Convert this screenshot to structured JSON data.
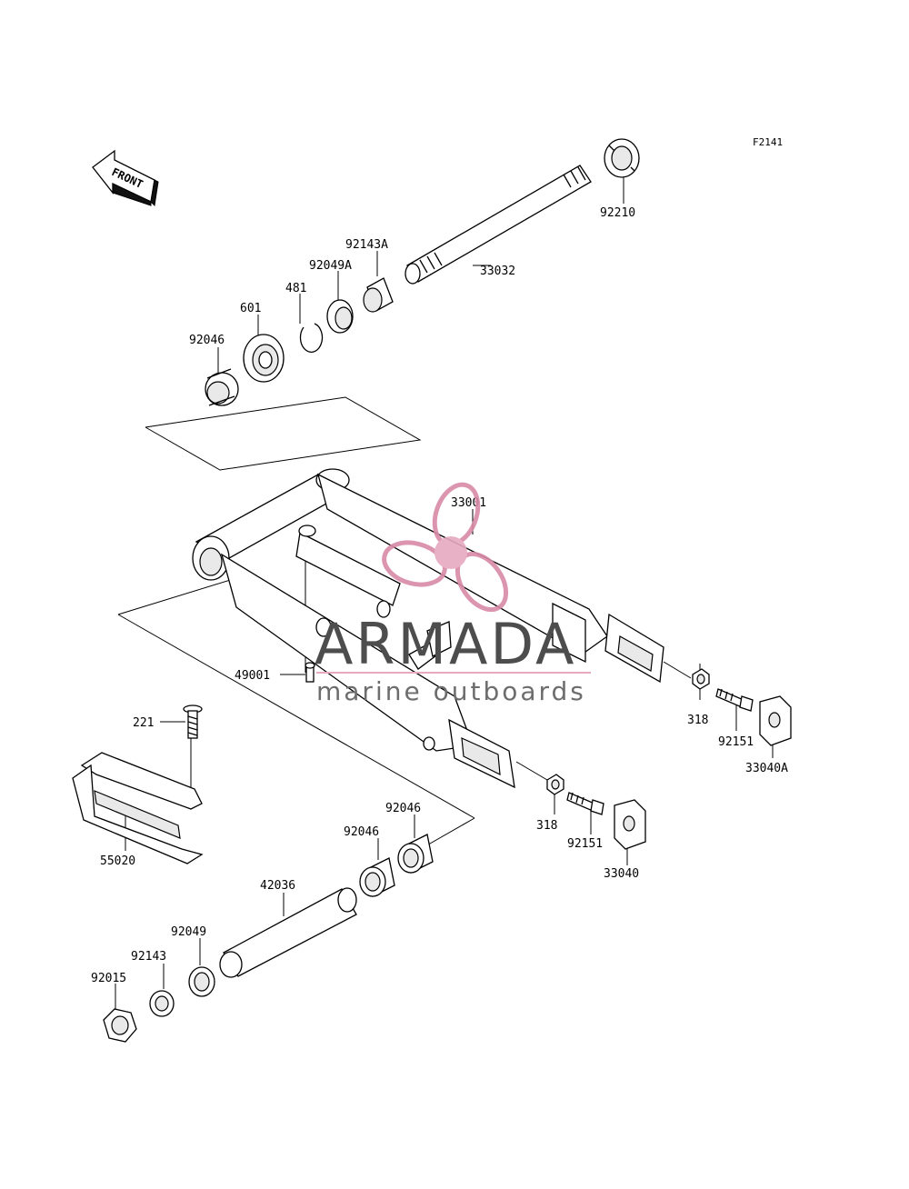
{
  "figure": {
    "code": "F2141",
    "front_arrow_label": "FRONT"
  },
  "watermark": {
    "brand": "ARMADA",
    "tagline": "marine outboards",
    "colors": {
      "logo": "#d98aa6",
      "text": "#4d4d4d",
      "rule": "#e6a9bf"
    }
  },
  "parts": [
    {
      "id": "p92210",
      "number": "92210"
    },
    {
      "id": "p33032",
      "number": "33032"
    },
    {
      "id": "p92143A",
      "number": "92143A"
    },
    {
      "id": "p92049A",
      "number": "92049A"
    },
    {
      "id": "p481",
      "number": "481"
    },
    {
      "id": "p601",
      "number": "601"
    },
    {
      "id": "p92046a",
      "number": "92046"
    },
    {
      "id": "p33001",
      "number": "33001"
    },
    {
      "id": "p49001",
      "number": "49001"
    },
    {
      "id": "p318a",
      "number": "318"
    },
    {
      "id": "p92151a",
      "number": "92151"
    },
    {
      "id": "p33040A",
      "number": "33040A"
    },
    {
      "id": "p221",
      "number": "221"
    },
    {
      "id": "p55020",
      "number": "55020"
    },
    {
      "id": "p318b",
      "number": "318"
    },
    {
      "id": "p92151b",
      "number": "92151"
    },
    {
      "id": "p33040",
      "number": "33040"
    },
    {
      "id": "p92046b",
      "number": "92046"
    },
    {
      "id": "p92046c",
      "number": "92046"
    },
    {
      "id": "p42036",
      "number": "42036"
    },
    {
      "id": "p92049",
      "number": "92049"
    },
    {
      "id": "p92143",
      "number": "92143"
    },
    {
      "id": "p92015",
      "number": "92015"
    }
  ]
}
